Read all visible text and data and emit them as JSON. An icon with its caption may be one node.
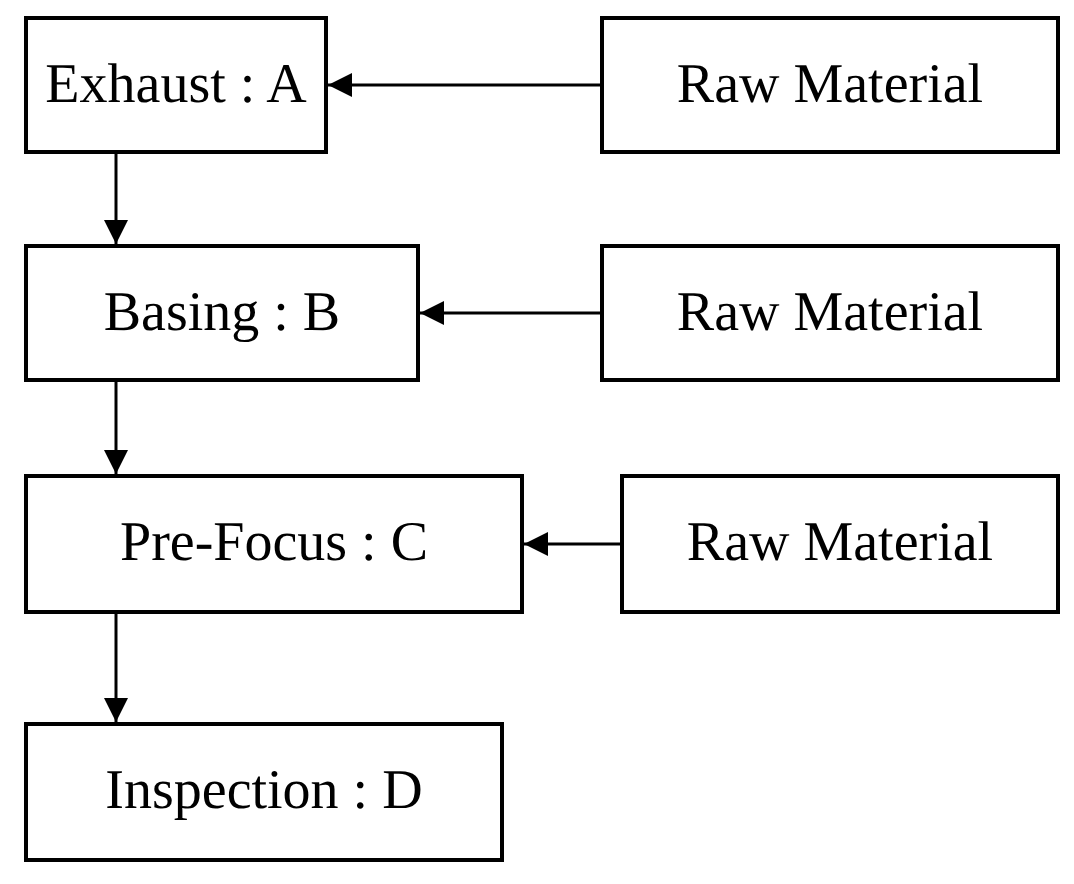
{
  "diagram": {
    "nodes": [
      {
        "text": [
          "Exhaust : A"
        ]
      },
      {
        "text": [
          "Raw Material"
        ]
      },
      {
        "text": [
          "Basing : B"
        ]
      },
      {
        "text": [
          "Raw Material"
        ]
      },
      {
        "text": [
          "Pre-Focus : C"
        ]
      },
      {
        "text": [
          "Raw Material"
        ]
      },
      {
        "text": [
          "Inspection : D"
        ]
      }
    ],
    "edges": [
      {
        "from": 1,
        "to": 0,
        "arrow": "to"
      },
      {
        "from": 0,
        "to": 2,
        "arrow": "to"
      },
      {
        "from": 3,
        "to": 2,
        "arrow": "to"
      },
      {
        "from": 2,
        "to": 4,
        "arrow": "to"
      },
      {
        "from": 5,
        "to": 4,
        "arrow": "to"
      },
      {
        "from": 4,
        "to": 6,
        "arrow": "to"
      }
    ]
  }
}
